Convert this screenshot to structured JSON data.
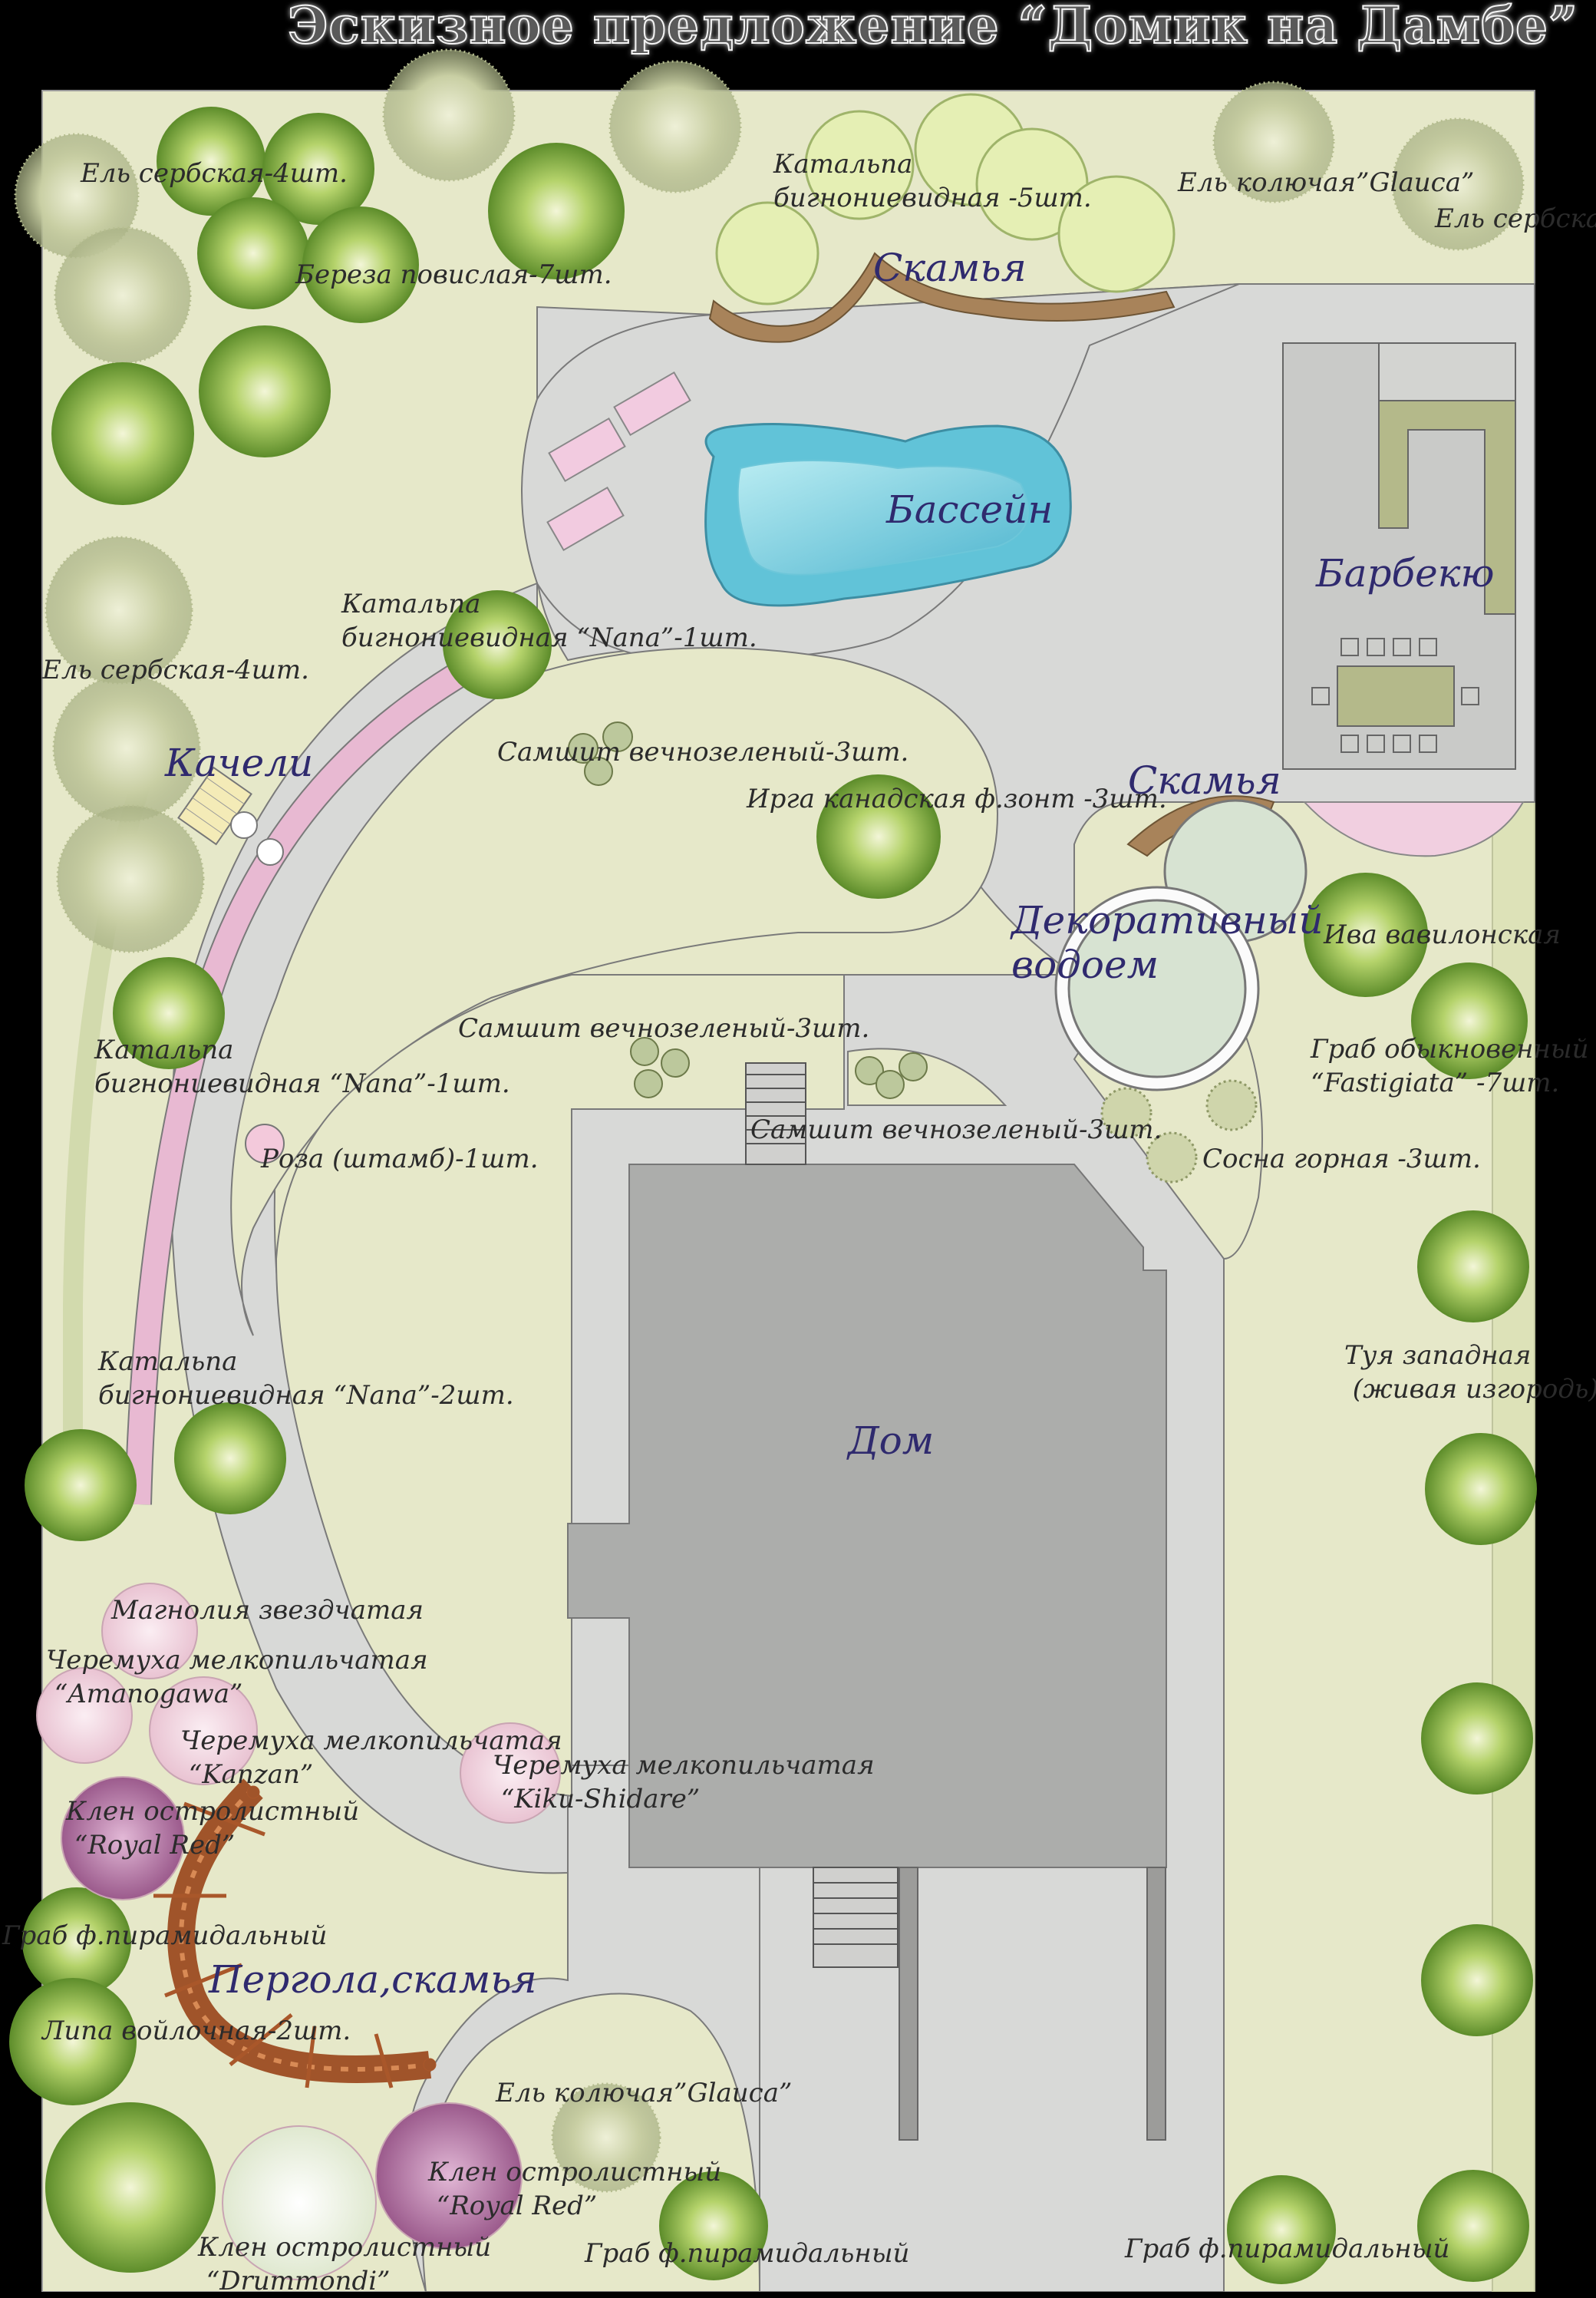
{
  "title": "Эскизное предложение “Домик на Дамбе”",
  "colors": {
    "background": "#000000",
    "lawn": "#e6e8c9",
    "paving": "#d8d9d7",
    "house": "#acadab",
    "pool": "#7fd2e0",
    "pink_path": "#e8b9d2",
    "zone_text": "#2f2a6e",
    "pergola": "#a9572a"
  },
  "zones": {
    "skamya_top": "Скамья",
    "bassein": "Бассейн",
    "barbekyu": "Барбекю",
    "kacheli": "Качели",
    "skamya_right": "Скамья",
    "vodoem": "Декоративный\nводоем",
    "dom": "Дом",
    "pergola": "Пергола,скамья"
  },
  "plants": {
    "el_serb_top": "Ель сербская-4шт.",
    "bereza": "Береза повислая-7шт.",
    "katalpa_5": "Катальпа\nбигнониевидная -5шт.",
    "el_kol_top": "Ель колючая”Glauca”",
    "el_serb_right": "Ель сербская",
    "katalpa_nana1a": "Катальпа\nбигнониевидная “Nana”-1шт.",
    "el_serb_left": "Ель сербская-4шт.",
    "samshit_1": "Самшит вечнозеленый-3шт.",
    "irga": "Ирга канадская ф.зонт -3шт.",
    "iva": "Ива вавилонская",
    "samshit_2": "Самшит вечнозеленый-3шт.",
    "grab_obykn": "Граб обыкновенный\n“Fastigiata” -7шт.",
    "katalpa_nana1b": "Катальпа\nбигнониевидная “Nana”-1шт.",
    "samshit_3": "Самшит вечнозеленый-3шт.",
    "roza": "Роза (штамб)-1шт.",
    "sosna": "Сосна горная -3шт.",
    "tuya": "Туя западная\n (живая изгородь)",
    "katalpa_nana2": "Катальпа\nбигнониевидная “Nana”-2шт.",
    "magnoliya": "Магнолия звездчатая",
    "cheremuha_ama": "Черемуха мелкопильчатая\n “Amanogawa”",
    "cheremuha_kanzan": "Черемуха мелкопильчатая\n “Kanzan”",
    "cheremuha_kiku": "Черемуха мелкопильчатая\n “Kiku-Shidare”",
    "klen_royal1": "Клен остролистный\n “Royal Red”",
    "grab_pir_left": "Граб ф.пирамидальный",
    "lipa": "Липа войлочная-2шт.",
    "el_kol_bottom": "Ель колючая”Glauca”",
    "klen_royal2": "Клен остролистный\n “Royal Red”",
    "klen_drummondi": "Клен остролистный\n “Drummondi”",
    "grab_pir_mid": "Граб ф.пирамидальный",
    "grab_pir_right": "Граб ф.пирамидальный"
  }
}
